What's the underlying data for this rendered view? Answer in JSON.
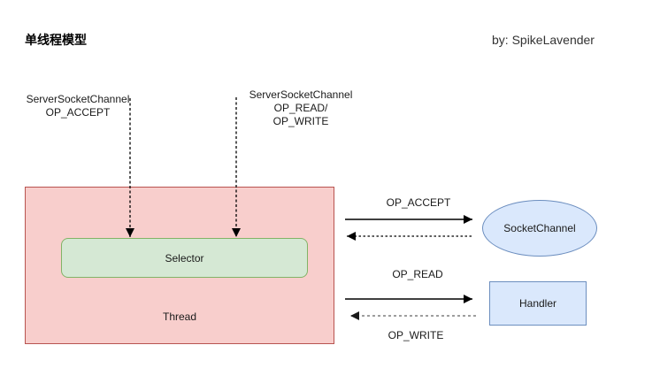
{
  "page": {
    "title": "单线程模型",
    "byline": "by: SpikeLavender",
    "background": "#ffffff"
  },
  "annotations": {
    "accept_registration": {
      "lines": [
        "ServerSocketChannel",
        "OP_ACCEPT"
      ]
    },
    "readwrite_registration": {
      "lines": [
        "ServerSocketChannel",
        "OP_READ/",
        "OP_WRITE"
      ]
    }
  },
  "nodes": {
    "thread": {
      "label": "Thread",
      "fill": "#f8cecc",
      "stroke": "#b85450"
    },
    "selector": {
      "label": "Selector",
      "fill": "#d5e8d4",
      "stroke": "#82b366"
    },
    "socket_channel": {
      "label": "SocketChannel",
      "fill": "#dae8fc",
      "stroke": "#6c8ebf",
      "shape": "ellipse"
    },
    "handler": {
      "label": "Handler",
      "fill": "#dae8fc",
      "stroke": "#6c8ebf",
      "shape": "rectangle"
    }
  },
  "edges": {
    "op_accept": {
      "label": "OP_ACCEPT",
      "forward": "solid-arrow-right",
      "back": "dashed-arrow-left",
      "color": "#000000"
    },
    "op_read": {
      "label": "OP_READ",
      "forward": "solid-arrow-right",
      "color": "#000000"
    },
    "op_write": {
      "label": "OP_WRITE",
      "back": "dashed-arrow-left",
      "color": "#9e9e9e"
    }
  }
}
